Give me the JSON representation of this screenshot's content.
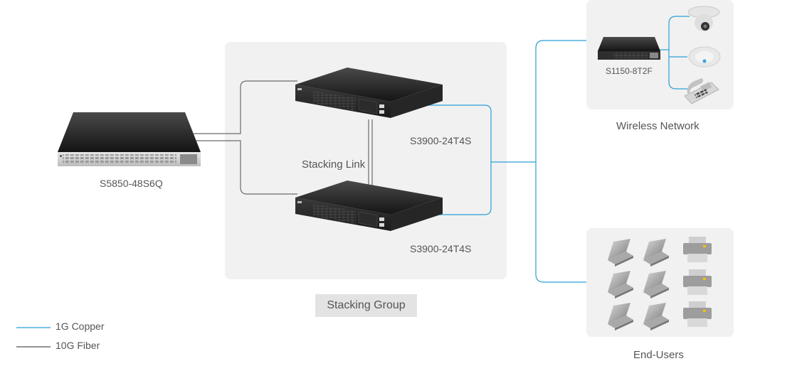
{
  "devices": {
    "core": {
      "label": "S5850-48S6Q"
    },
    "stack_top": {
      "label": "S3900-24T4S"
    },
    "stack_bottom": {
      "label": "S3900-24T4S"
    },
    "wireless_switch": {
      "label": "S1150-8T2F"
    }
  },
  "labels": {
    "stacking_link": "Stacking Link",
    "stacking_group": "Stacking Group",
    "wireless_network": "Wireless Network",
    "end_users": "End-Users"
  },
  "legend": {
    "copper": {
      "label": "1G Copper",
      "color": "#2a9fd6"
    },
    "fiber": {
      "label": "10G Fiber",
      "color": "#555555"
    }
  },
  "colors": {
    "panel": "#f1f1f1",
    "badge": "#e3e3e3"
  }
}
